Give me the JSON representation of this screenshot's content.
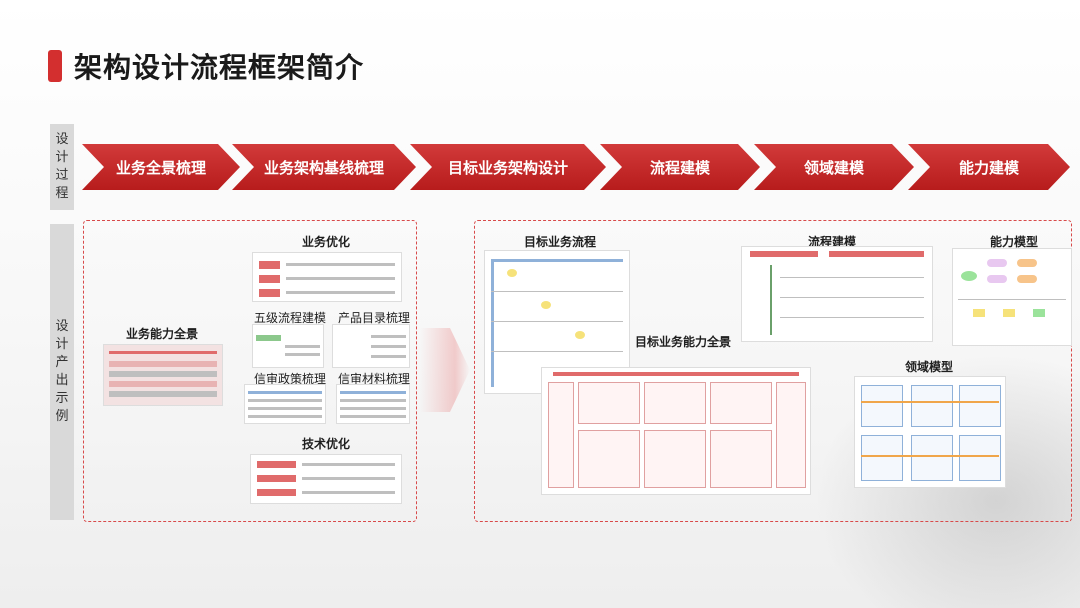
{
  "title": "架构设计流程框架简介",
  "side_labels": {
    "process": "设计过程",
    "outputs": "设计产出示例"
  },
  "steps": [
    "业务全景梳理",
    "业务架构基线梳理",
    "目标业务架构设计",
    "流程建模",
    "领域建模",
    "能力建模"
  ],
  "left_outputs": {
    "biz_capability": "业务能力全景",
    "biz_opt": "业务优化",
    "five_level": "五级流程建模",
    "product_catalog": "产品目录梳理",
    "credit_policy": "信审政策梳理",
    "credit_material": "信审材料梳理",
    "tech_opt": "技术优化"
  },
  "right_outputs": {
    "target_flow": "目标业务流程",
    "target_capability": "目标业务能力全景",
    "flow_model": "流程建模",
    "capability_model": "能力模型",
    "domain_model": "领域模型"
  },
  "colors": {
    "accent": "#d32f2f",
    "dash": "#d84a4a"
  }
}
